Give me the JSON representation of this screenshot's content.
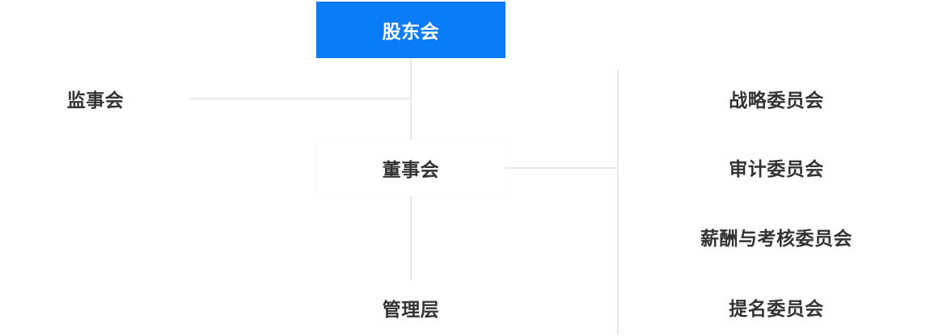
{
  "org_chart": {
    "type": "org-tree",
    "root": {
      "label": "股东会"
    },
    "supervisors": {
      "label": "监事会"
    },
    "board": {
      "label": "董事会"
    },
    "management": {
      "label": "管理层"
    },
    "committees": [
      {
        "label": "战略委员会"
      },
      {
        "label": "审计委员会"
      },
      {
        "label": "薪酬与考核委员会"
      },
      {
        "label": "提名委员会"
      }
    ],
    "relations": [
      "股东会 -> 监事会",
      "股东会 -> 董事会",
      "董事会 -> 管理层",
      "董事会 -> 战略委员会",
      "董事会 -> 审计委员会",
      "董事会 -> 薪酬与考核委员会",
      "董事会 -> 提名委员会"
    ]
  },
  "colors": {
    "root_bg": "#0b7cf7",
    "root_text": "#ffffff",
    "label_text": "#333333",
    "connector": "#e8e8e8",
    "canvas_bg": "#ffffff"
  }
}
